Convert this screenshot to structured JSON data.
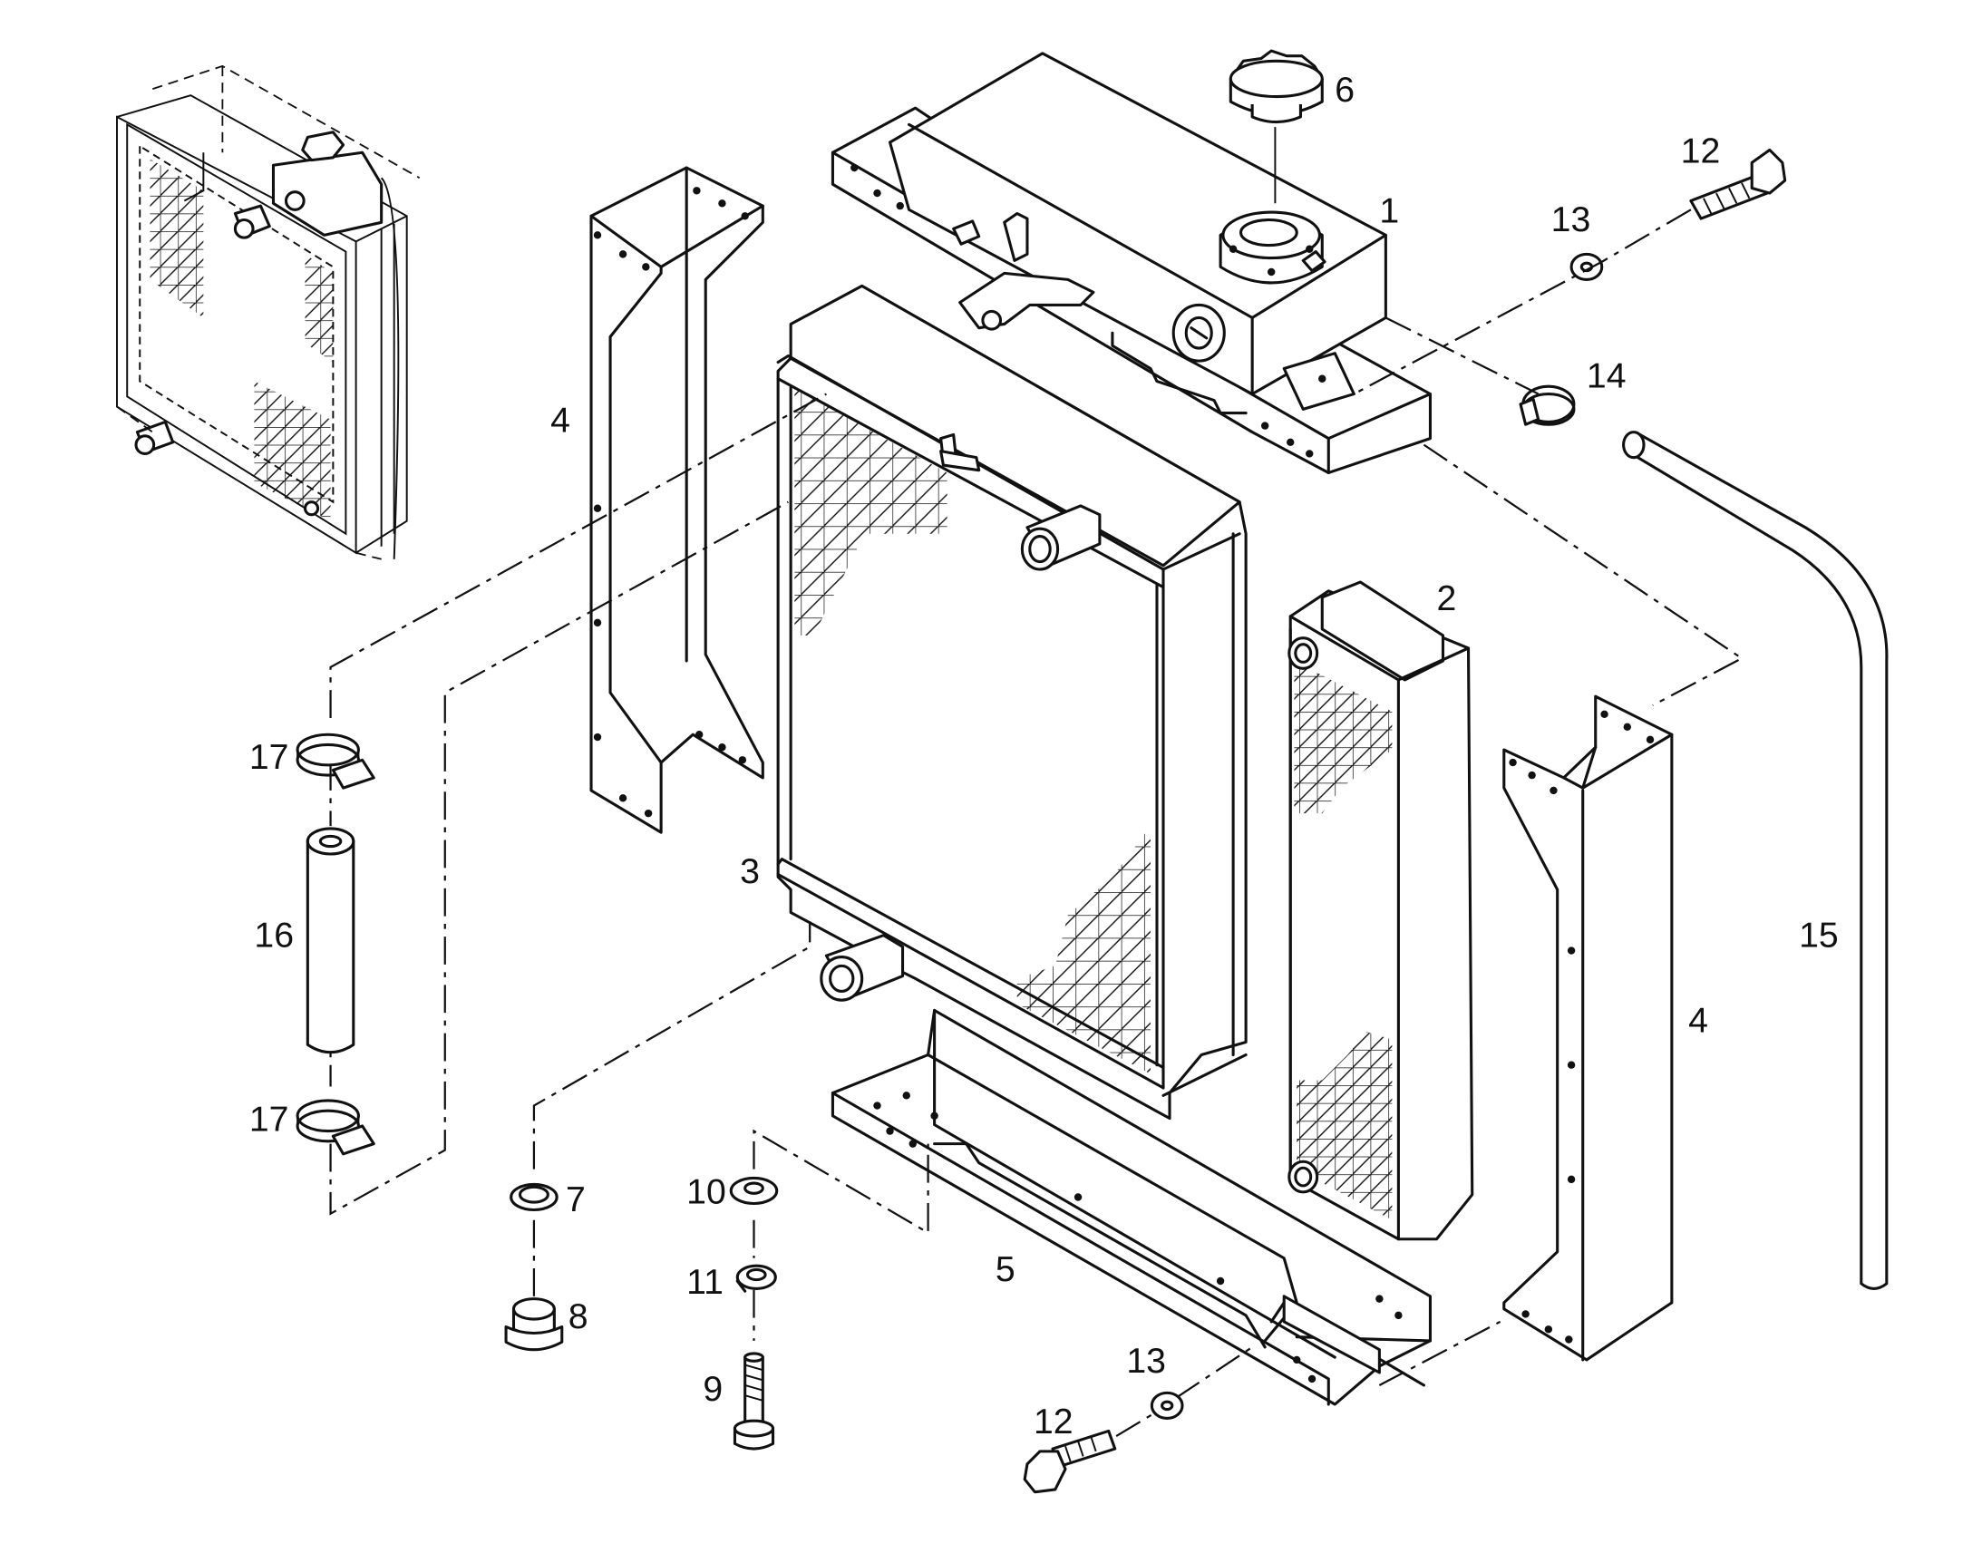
{
  "callouts": {
    "p1": "1",
    "p2": "2",
    "p3": "3",
    "p4a": "4",
    "p4b": "4",
    "p5": "5",
    "p6": "6",
    "p7": "7",
    "p8": "8",
    "p9": "9",
    "p10": "10",
    "p11": "11",
    "p12a": "12",
    "p12b": "12",
    "p13a": "13",
    "p13b": "13",
    "p14": "14",
    "p15": "15",
    "p16": "16",
    "p17a": "17",
    "p17b": "17"
  }
}
